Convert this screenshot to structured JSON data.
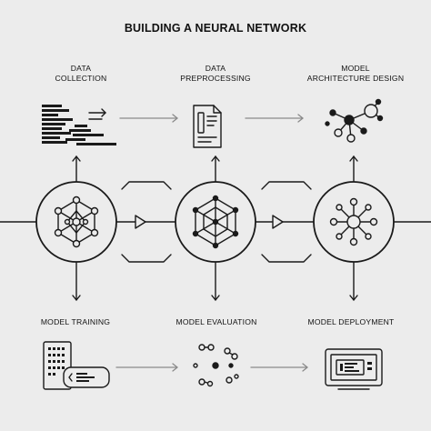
{
  "title": "BUILDING A NEURAL NETWORK",
  "steps": {
    "data_collection": {
      "line1": "DATA",
      "line2": "COLLECTION"
    },
    "data_preprocessing": {
      "line1": "DATA",
      "line2": "PREPROCESSING"
    },
    "model_architecture": {
      "line1": "MODEL",
      "line2": "ARCHITECTURE DESIGN"
    },
    "model_training": {
      "label": "MODEL TRAINING"
    },
    "model_evaluation": {
      "label": "MODEL EVALUATION"
    },
    "model_deployment": {
      "label": "MODEL DEPLOYMENT"
    }
  },
  "icons": {
    "collection": "data-bars-icon",
    "preprocessing": "document-icon",
    "architecture": "network-graph-icon",
    "training": "server-icon",
    "evaluation": "scatter-nodes-icon",
    "deployment": "monitor-icon",
    "hub": "neural-node-icon"
  },
  "colors": {
    "background": "#ececec",
    "stroke": "#1a1a1a",
    "arrow": "#8a8a8a"
  }
}
